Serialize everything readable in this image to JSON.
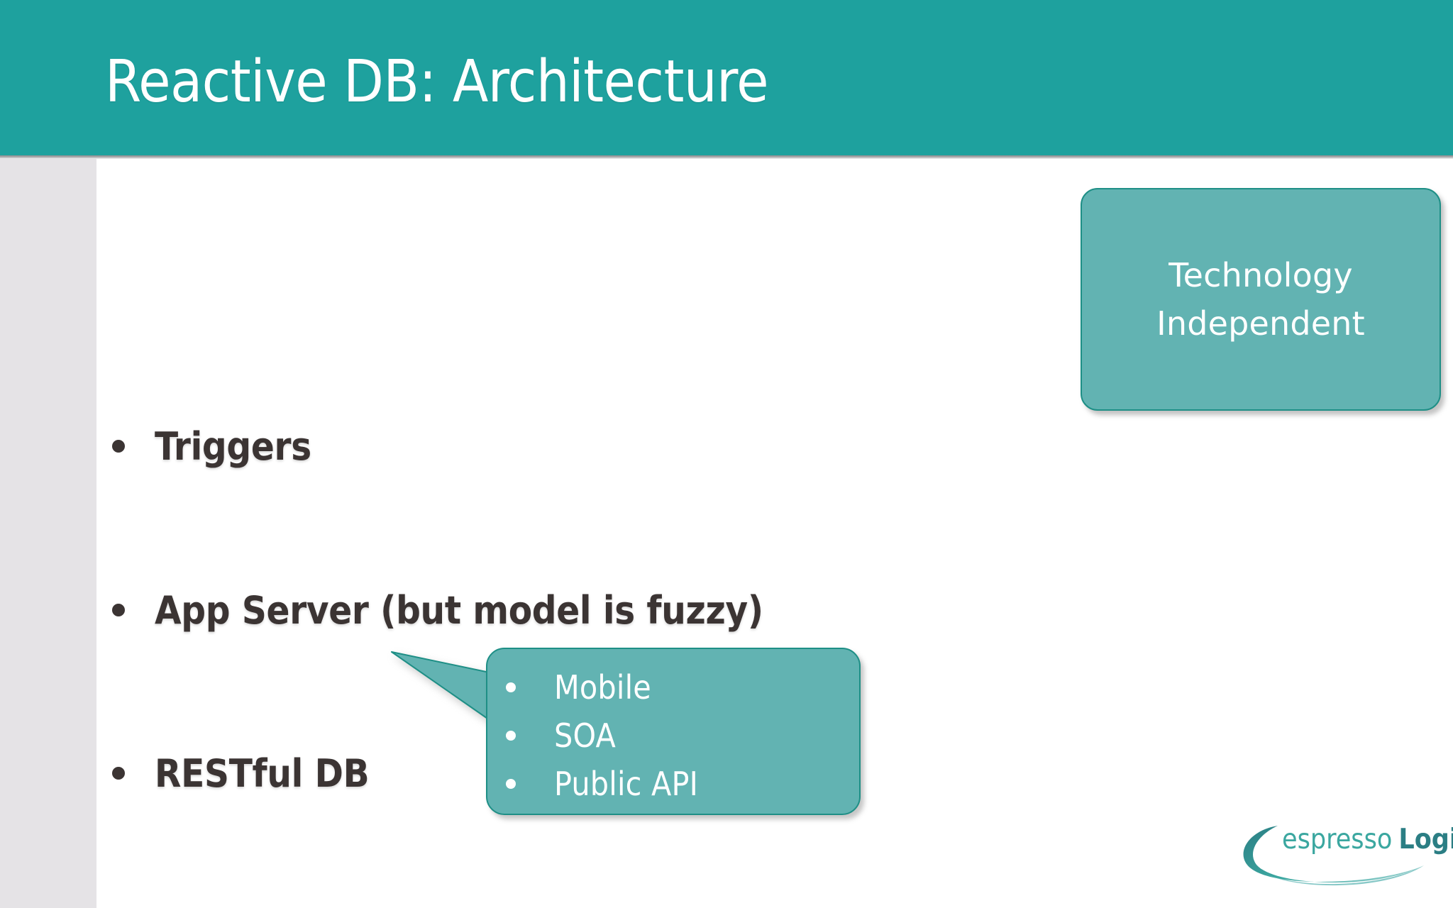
{
  "slide": {
    "title": "Reactive DB: Architecture",
    "header_color": "#1EA19E",
    "accent_box_color": "#62B3B2",
    "accent_border_color": "#1E8F86",
    "body_text_color": "#3B3433",
    "gutter_color": "#E5E3E6"
  },
  "bullets": [
    {
      "text": "Triggers"
    },
    {
      "text": "App Server (but model is fuzzy)"
    },
    {
      "text": "RESTful DB"
    }
  ],
  "tech_box": {
    "line1": "Technology",
    "line2": "Independent"
  },
  "callout": {
    "items": [
      {
        "label": "Mobile"
      },
      {
        "label": "SOA"
      },
      {
        "label": "Public API"
      }
    ]
  },
  "logo": {
    "word1": "espresso",
    "word2": "Logic",
    "word1_color": "#3BA7A0",
    "word2_color": "#2B7E84"
  }
}
